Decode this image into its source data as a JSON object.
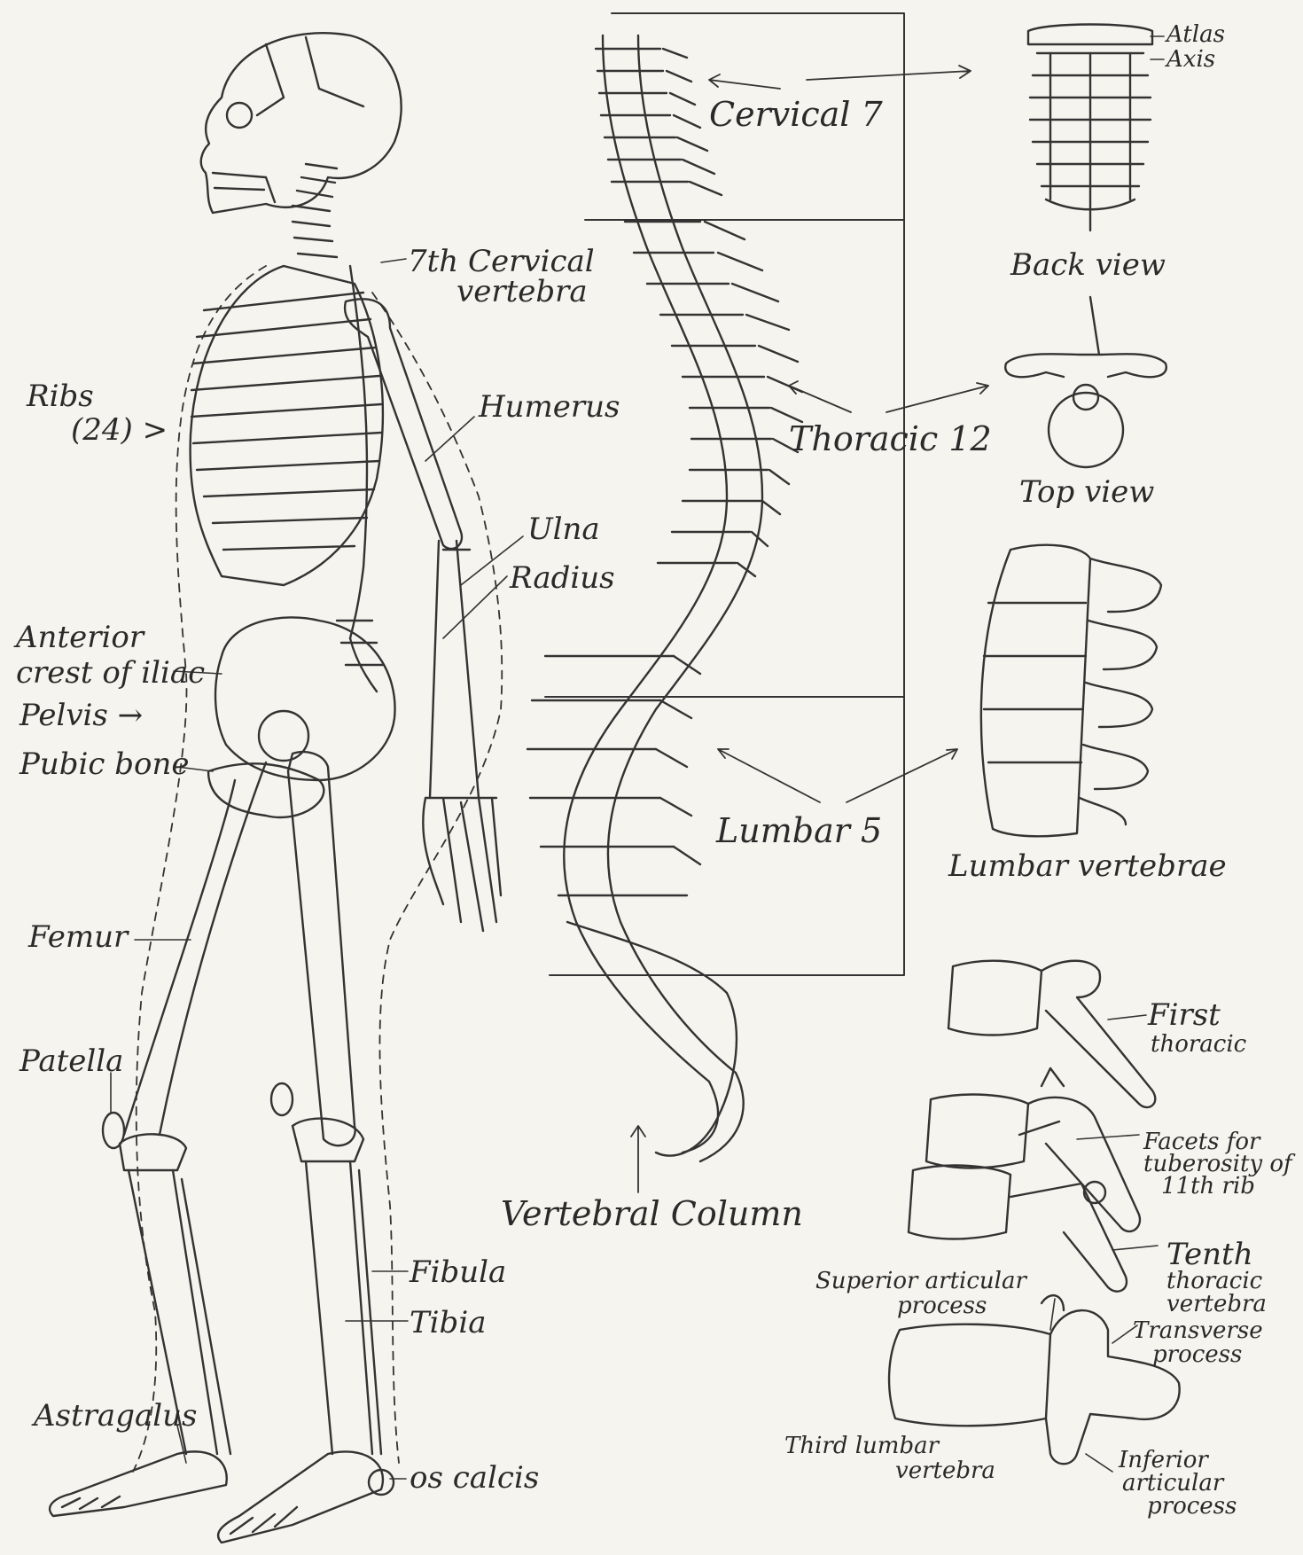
{
  "skeleton_labels": {
    "seventh_cervical": "7th Cervical",
    "vertebra": "vertebra",
    "ribs": "Ribs",
    "ribs_count": "(24) >",
    "humerus": "Humerus",
    "ulna": "Ulna",
    "radius": "Radius",
    "anterior": "Anterior",
    "crest_of_iliac": "crest of iliac",
    "pelvis": "Pelvis →",
    "pubic_bone": "Pubic bone",
    "femur": "Femur",
    "patella": "Patella",
    "fibula": "Fibula",
    "tibia": "Tibia",
    "astragalus": "Astragalus",
    "os_calcis": "os calcis"
  },
  "spine_labels": {
    "cervical": "Cervical 7",
    "thoracic": "Thoracic 12",
    "lumbar": "Lumbar 5",
    "vertebral_column": "Vertebral Column"
  },
  "detail_labels": {
    "atlas": "Atlas",
    "axis": "Axis",
    "back_view": "Back view",
    "top_view": "Top view",
    "lumbar_vertebrae": "Lumbar vertebrae",
    "first": "First",
    "thoracic": "thoracic",
    "facets_1": "Facets for",
    "facets_2": "tuberosity of",
    "facets_3": "11th rib",
    "tenth": "Tenth",
    "tenth_thoracic": "thoracic",
    "tenth_vertebra": "vertebra",
    "superior_1": "Superior articular",
    "superior_2": "process",
    "transverse_1": "Transverse",
    "transverse_2": "process",
    "third_1": "Third lumbar",
    "third_2": "vertebra",
    "inferior_1": "Inferior",
    "inferior_2": "articular",
    "inferior_3": "process"
  },
  "colors": {
    "paper": "#f6f4ee",
    "ink": "#2a2a2a"
  }
}
